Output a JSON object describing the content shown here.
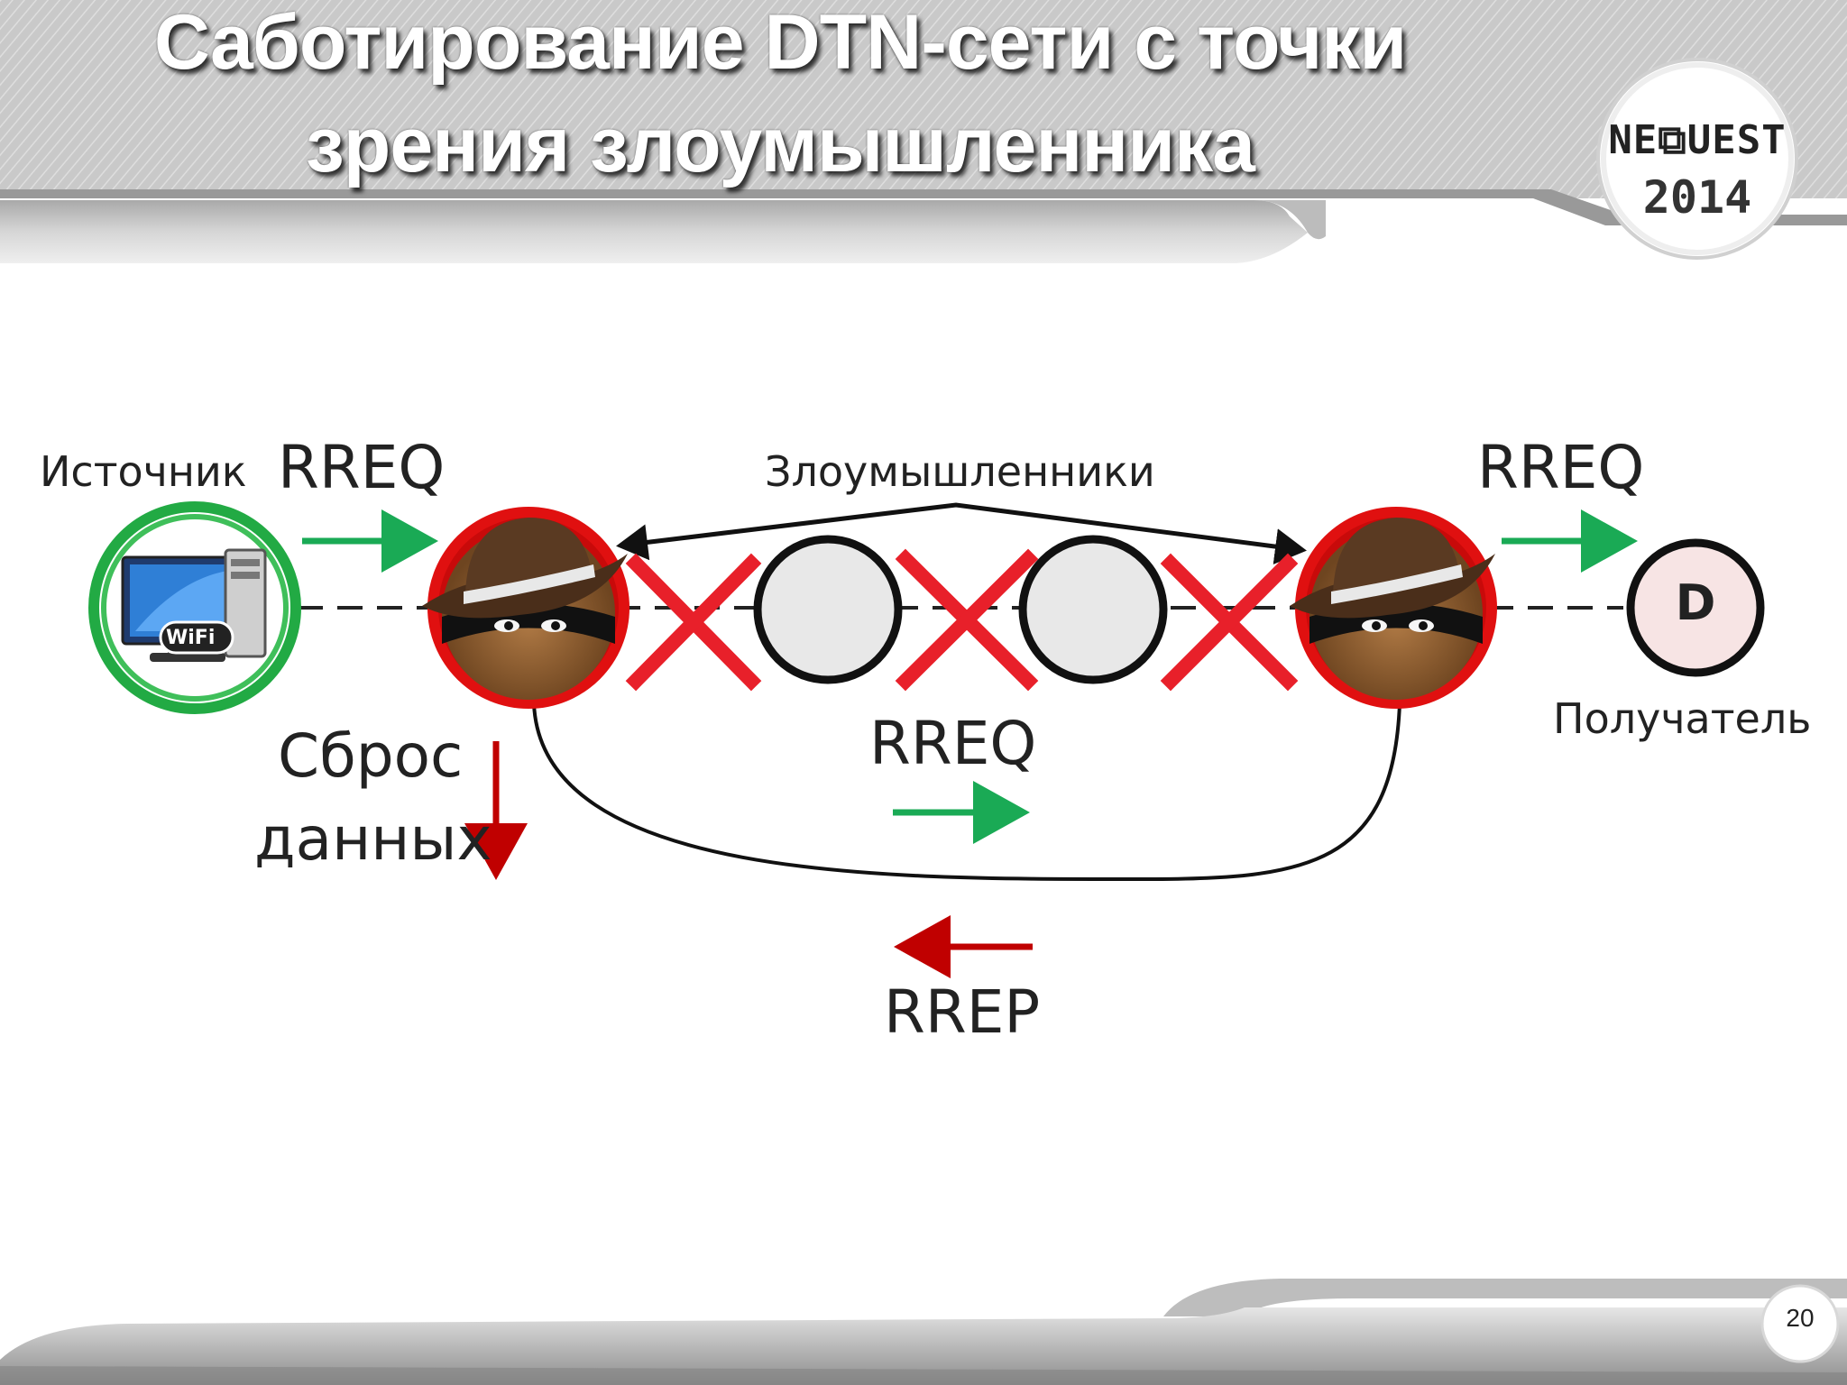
{
  "slide": {
    "title_line1": "Саботирование DTN-сети с точки",
    "title_line2": "зрения злоумышленника",
    "page_number": "20"
  },
  "logo": {
    "line1": "NE⧉UEST",
    "line2": "2014"
  },
  "diagram": {
    "source_label": "Источник",
    "attackers_label": "Злоумышленники",
    "receiver_label": "Получатель",
    "receiver_node_letter": "D",
    "wifi_badge": "WiFi",
    "rreq_left": "RREQ",
    "rreq_right": "RREQ",
    "rreq_middle": "RREQ",
    "rrep_label": "RREP",
    "drop_line1": "Сброс",
    "drop_line2": "данных"
  },
  "colors": {
    "green_arrow": "#1aaa55",
    "red_arrow": "#c00000",
    "cross_red": "#e8202a",
    "attacker_ring": "#e01010",
    "source_ring": "#22aa44",
    "receiver_fill": "#f7e4e4"
  }
}
